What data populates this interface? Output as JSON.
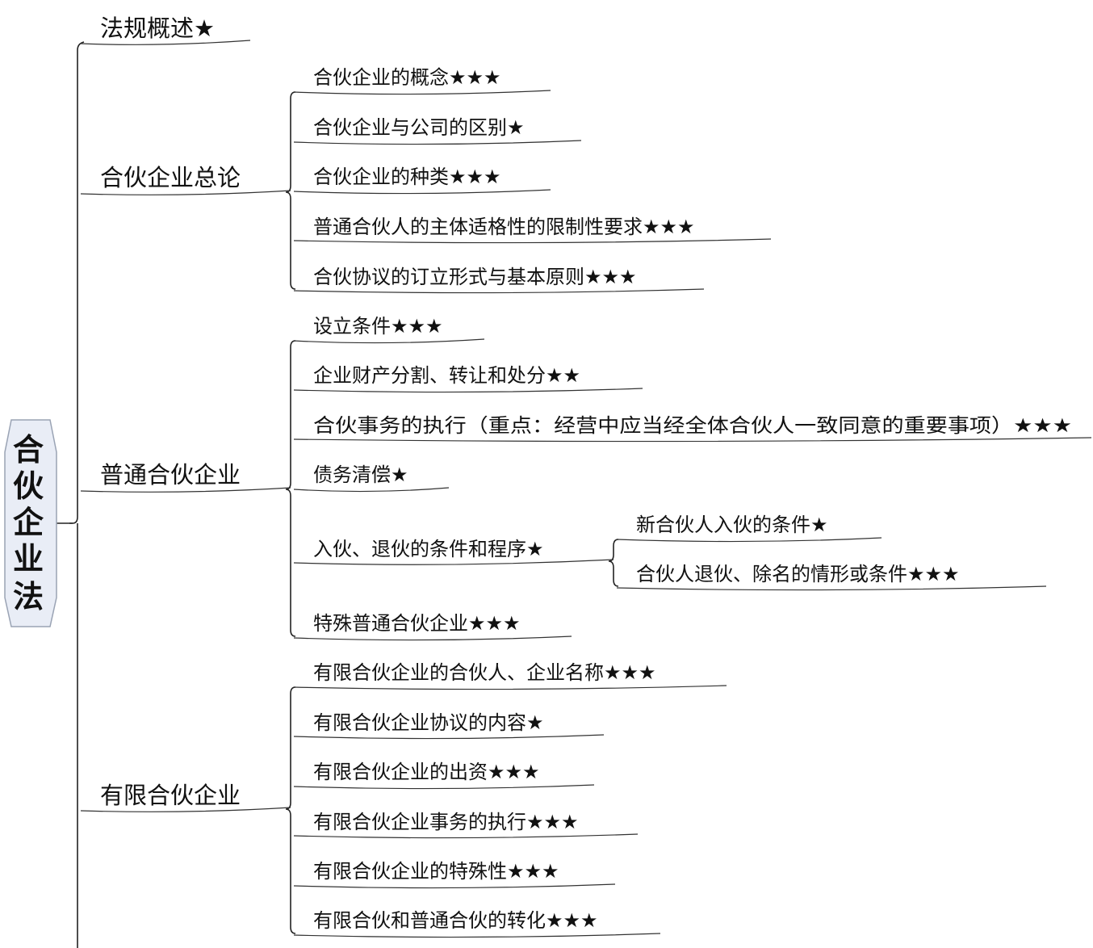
{
  "root": {
    "label": "合伙企业法",
    "chars": [
      "合",
      "伙",
      "企",
      "业",
      "法"
    ]
  },
  "branches": [
    {
      "label": "法规概述★",
      "children": []
    },
    {
      "label": "合伙企业总论",
      "children": [
        {
          "label": "合伙企业的概念★★★",
          "children": []
        },
        {
          "label": "合伙企业与公司的区别★",
          "children": []
        },
        {
          "label": "合伙企业的种类★★★",
          "children": []
        },
        {
          "label": "普通合伙人的主体适格性的限制性要求★★★",
          "children": []
        },
        {
          "label": "合伙协议的订立形式与基本原则★★★",
          "children": []
        }
      ]
    },
    {
      "label": "普通合伙企业",
      "children": [
        {
          "label": "设立条件★★★",
          "children": []
        },
        {
          "label": "企业财产分割、转让和处分★★",
          "children": []
        },
        {
          "label": "合伙事务的执行（重点：经营中应当经全体合伙人一致同意的重要事项）★★★",
          "children": []
        },
        {
          "label": "债务清偿★",
          "children": []
        },
        {
          "label": "入伙、退伙的条件和程序★",
          "children": [
            {
              "label": "新合伙人入伙的条件★"
            },
            {
              "label": "合伙人退伙、除名的情形或条件★★★"
            }
          ]
        },
        {
          "label": "特殊普通合伙企业★★★",
          "children": []
        }
      ]
    },
    {
      "label": "有限合伙企业",
      "children": [
        {
          "label": "有限合伙企业的合伙人、企业名称★★★",
          "children": []
        },
        {
          "label": "有限合伙企业协议的内容★",
          "children": []
        },
        {
          "label": "有限合伙企业的出资★★★",
          "children": []
        },
        {
          "label": "有限合伙企业事务的执行★★★",
          "children": []
        },
        {
          "label": "有限合伙企业的特殊性★★★",
          "children": []
        },
        {
          "label": "有限合伙和普通合伙的转化★★★",
          "children": []
        }
      ]
    }
  ]
}
